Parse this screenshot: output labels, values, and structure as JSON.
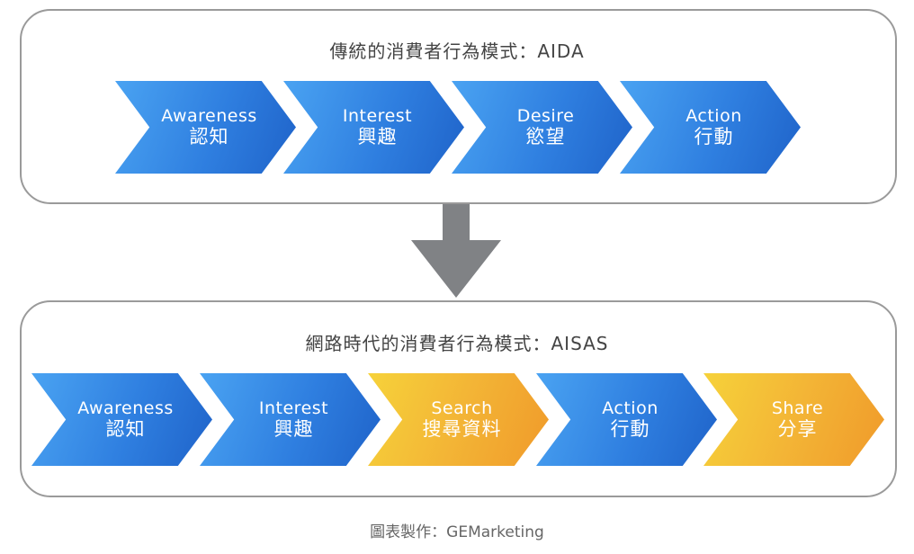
{
  "traditional": {
    "title": "傳統的消費者行為模式：AIDA",
    "steps": [
      {
        "en": "Awareness",
        "zh": "認知",
        "color": "blue"
      },
      {
        "en": "Interest",
        "zh": "興趣",
        "color": "blue"
      },
      {
        "en": "Desire",
        "zh": "慾望",
        "color": "blue"
      },
      {
        "en": "Action",
        "zh": "行動",
        "color": "blue"
      }
    ]
  },
  "internet": {
    "title": "網路時代的消費者行為模式：AISAS",
    "steps": [
      {
        "en": "Awareness",
        "zh": "認知",
        "color": "blue"
      },
      {
        "en": "Interest",
        "zh": "興趣",
        "color": "blue"
      },
      {
        "en": "Search",
        "zh": "搜尋資料",
        "color": "orange"
      },
      {
        "en": "Action",
        "zh": "行動",
        "color": "blue"
      },
      {
        "en": "Share",
        "zh": "分享",
        "color": "orange"
      }
    ]
  },
  "transition_arrow": "down-arrow-icon",
  "colors": {
    "blue": "#2f7fe0",
    "orange": "#f3b536",
    "arrow": "#808285",
    "border": "#9a9a9a"
  },
  "credit": "圖表製作：GEMarketing"
}
